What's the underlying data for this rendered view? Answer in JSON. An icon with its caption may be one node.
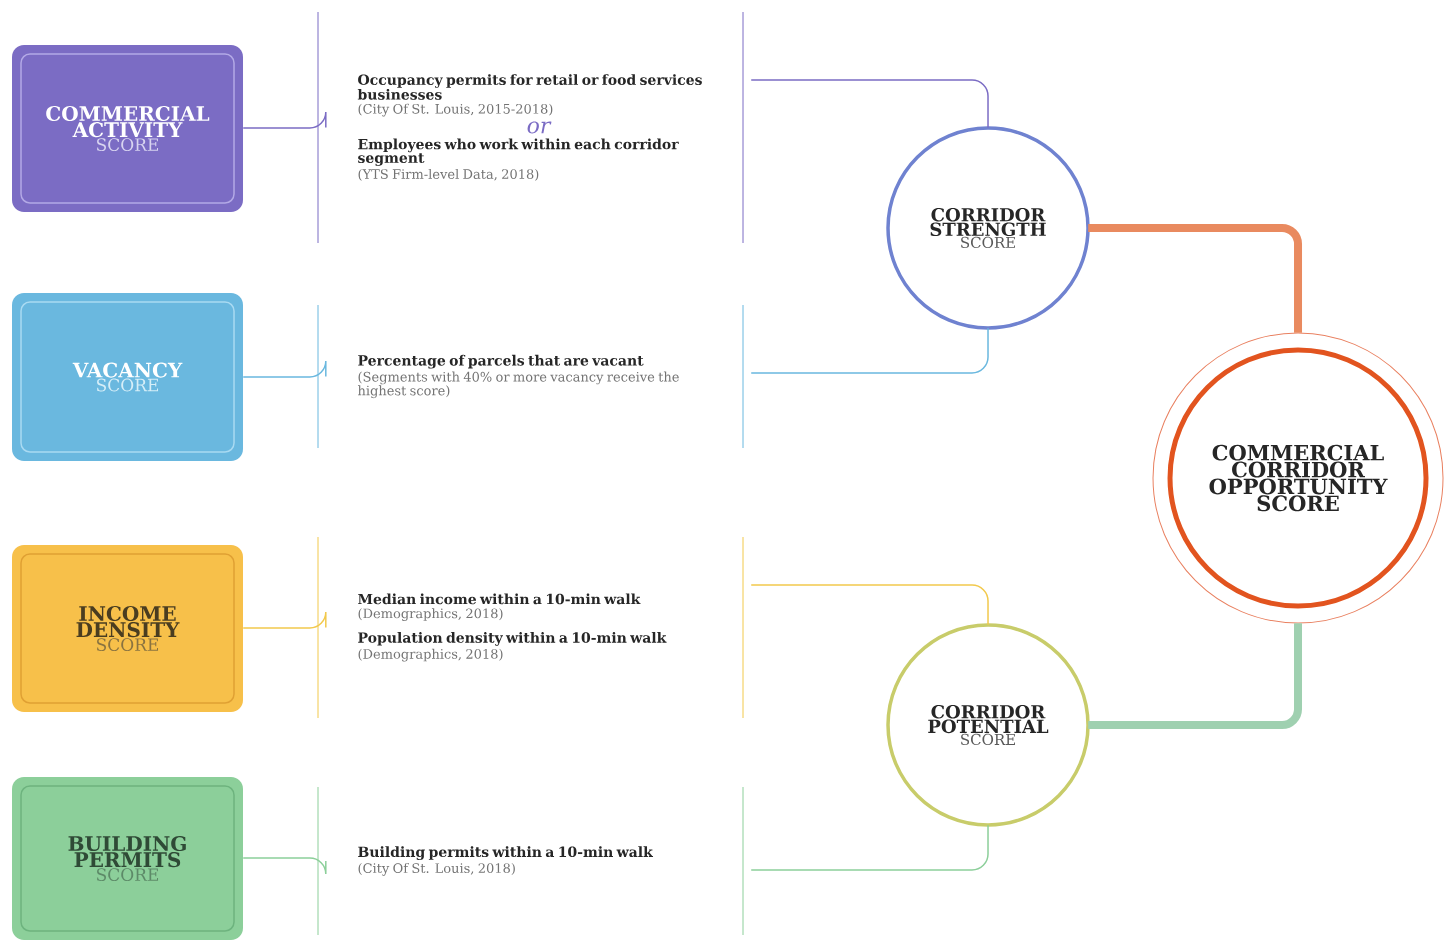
{
  "diagram": {
    "nodes": [
      {
        "text": [
          "COMMERCIAL ACTIVITY",
          "SCORE"
        ]
      },
      {
        "text": [
          "Occupancy permits for retail or food services businesses",
          "(City Of St. Louis, 2015-2018)",
          "or",
          "Employees who work within each corridor segment",
          "(YTS Firm-level Data, 2018)"
        ]
      },
      {
        "text": [
          "VACANCY",
          "SCORE"
        ]
      },
      {
        "text": [
          "Percentage of parcels that are vacant",
          "(Segments with 40% or more vacancy receive the highest score)"
        ]
      },
      {
        "text": [
          "INCOME DENSITY",
          "SCORE"
        ]
      },
      {
        "text": [
          "Median income within a 10-min walk",
          "(Demographics, 2018)",
          "Population density within a 10-min walk",
          "(Demographics, 2018)"
        ]
      },
      {
        "text": [
          "BUILDING PERMITS",
          "SCORE"
        ]
      },
      {
        "text": [
          "Building permits within a 10-min walk",
          "(City Of St. Louis, 2018)"
        ]
      },
      {
        "text": [
          "CORRIDOR STRENGTH",
          "SCORE"
        ]
      },
      {
        "text": [
          "CORRIDOR POTENTIAL",
          "SCORE"
        ]
      },
      {
        "text": [
          "COMMERCIAL CORRIDOR OPPORTUNITY SCORE"
        ]
      }
    ],
    "edges": [
      {
        "from": 0,
        "to": 1,
        "arrow": "none",
        "color": "#7b6cc4"
      },
      {
        "from": 2,
        "to": 3,
        "arrow": "none",
        "color": "#6ab8df"
      },
      {
        "from": 4,
        "to": 5,
        "arrow": "none",
        "color": "#f2c94c"
      },
      {
        "from": 6,
        "to": 7,
        "arrow": "none",
        "color": "#8ccf9a"
      },
      {
        "from": 1,
        "to": 8,
        "arrow": "none",
        "color": "#7b6cc4"
      },
      {
        "from": 3,
        "to": 8,
        "arrow": "none",
        "color": "#6ab8df"
      },
      {
        "from": 5,
        "to": 9,
        "arrow": "none",
        "color": "#f2c94c"
      },
      {
        "from": 7,
        "to": 9,
        "arrow": "none",
        "color": "#8ccf9a"
      },
      {
        "from": 8,
        "to": 10,
        "arrow": "none",
        "style": "thick",
        "color": "#e98a5f"
      },
      {
        "from": 9,
        "to": 10,
        "arrow": "none",
        "style": "thick",
        "color": "#9fd0b0"
      }
    ]
  }
}
